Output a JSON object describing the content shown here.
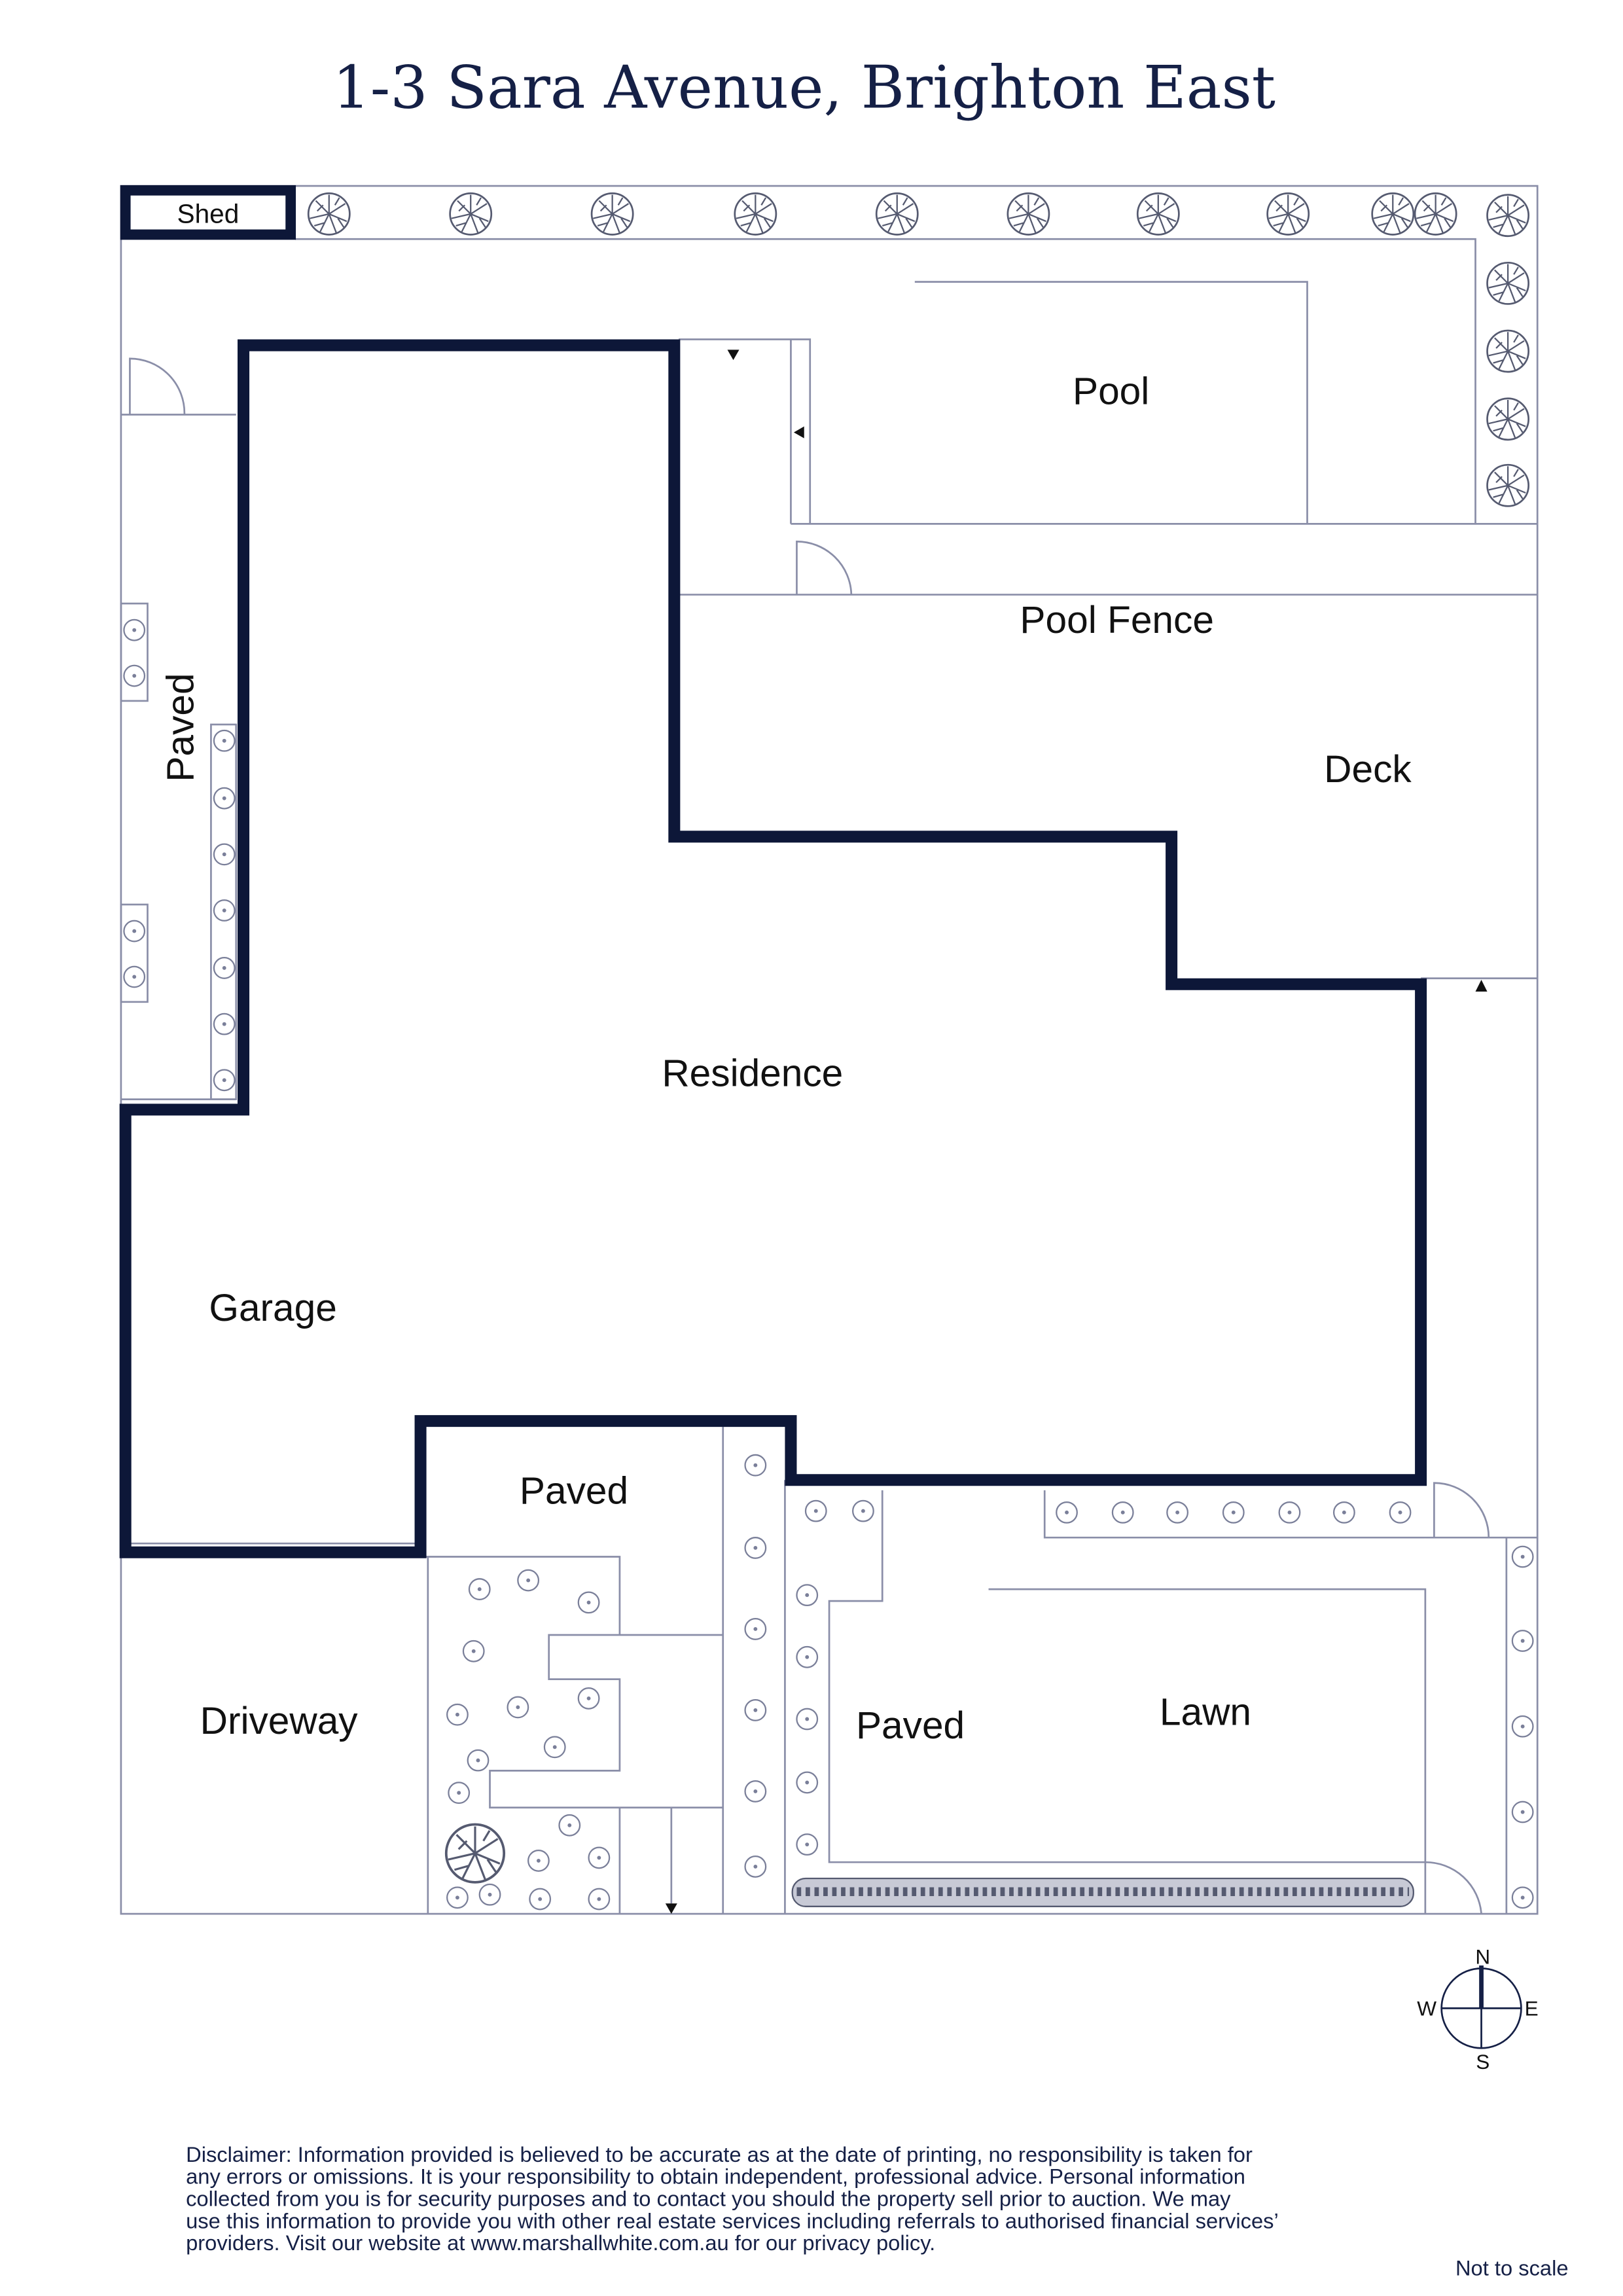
{
  "title": "1-3 Sara Avenue, Brighton East",
  "labels": {
    "shed": "Shed",
    "pool": "Pool",
    "pool_fence": "Pool Fence",
    "deck": "Deck",
    "paved_side": "Paved",
    "residence": "Residence",
    "garage": "Garage",
    "paved_front": "Paved",
    "driveway": "Driveway",
    "paved_east": "Paved",
    "lawn": "Lawn"
  },
  "compass": {
    "n": "N",
    "s": "S",
    "e": "E",
    "w": "W"
  },
  "disclaimer": [
    "Disclaimer: Information provided is believed to be accurate as at the date of printing, no responsibility is taken for",
    "any errors or omissions. It is your responsibility to obtain independent, professional advice. Personal information",
    "collected from you is for security purposes and to contact you should the property sell prior to auction. We may",
    "use this information to provide you with other real estate services including referrals to authorised financial services’",
    "providers. Visit our website at www.marshallwhite.com.au for our privacy policy."
  ],
  "not_to_scale": "Not to scale",
  "colors": {
    "wall": "#0d1738",
    "line": "#8a8ea8",
    "title": "#152046"
  }
}
